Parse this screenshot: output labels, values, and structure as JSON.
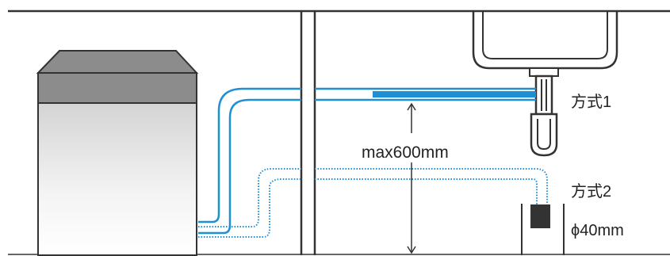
{
  "labels": {
    "method1": "方式1",
    "height": "max600mm",
    "method2": "方式2",
    "diameter": "ϕ40mm"
  },
  "colors": {
    "outline": "#333333",
    "hose": "#1e8fd5",
    "appliance_top": "#8c8c8c",
    "appliance_body_top": "#d4d4d4",
    "appliance_body_bottom": "#ffffff"
  },
  "icons": {
    "sink": "sink-basin-icon",
    "trap": "p-trap-icon",
    "standpipe": "drain-standpipe-icon",
    "dishwasher": "dishwasher-icon"
  }
}
